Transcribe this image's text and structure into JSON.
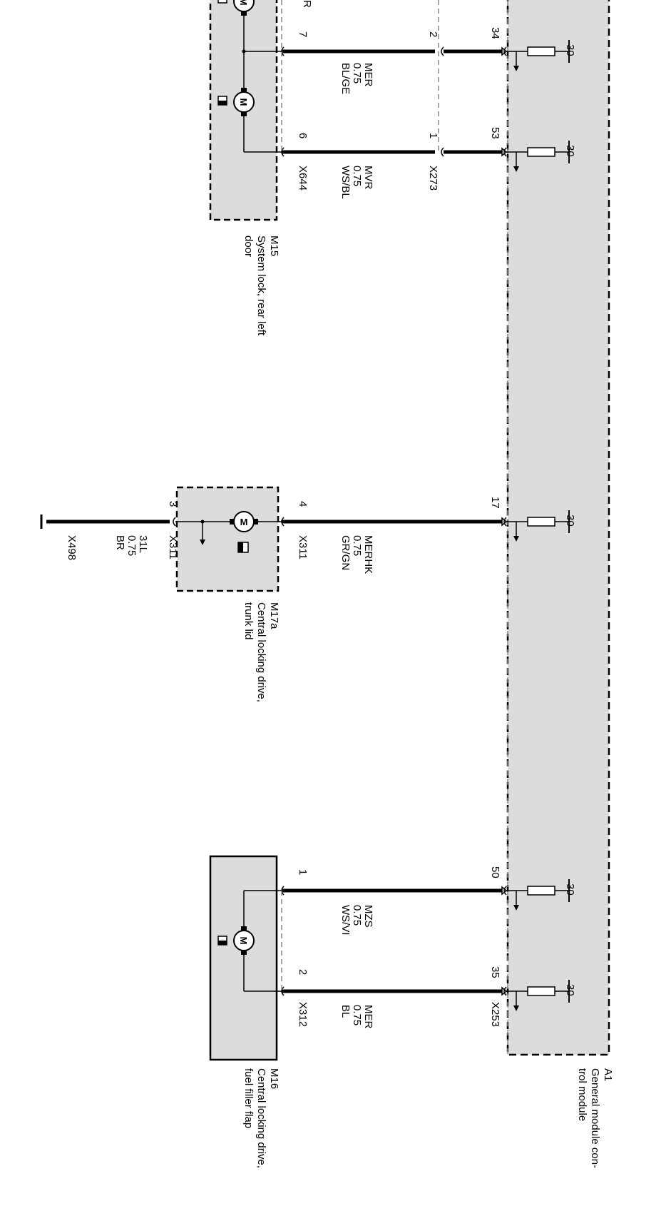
{
  "module": {
    "id": "A1",
    "name_line1": "General module con-",
    "name_line2": "trol module",
    "connector": "X253"
  },
  "wires": [
    {
      "pin": "34",
      "ref": "30",
      "signal": "MER",
      "size": "0.75",
      "color": "BL/GE",
      "far_pin": "7",
      "mid_pin": "2"
    },
    {
      "pin": "53",
      "ref": "30",
      "signal": "MVR",
      "size": "0.75",
      "color": "WS/BL",
      "far_pin": "6",
      "mid_pin": "1"
    },
    {
      "pin": "17",
      "ref": "30",
      "signal": "MERHK",
      "size": "0.75",
      "color": "GR/GN",
      "far_pin": "4"
    },
    {
      "pin": "50",
      "ref": "30",
      "signal": "MZS",
      "size": "0.75",
      "color": "WS/VI",
      "far_pin": "1"
    },
    {
      "pin": "35",
      "ref": "30",
      "signal": "MER",
      "size": "0.75",
      "color": "BL",
      "far_pin": "2"
    }
  ],
  "m15": {
    "id": "M15",
    "name_line1": "System lock, rear left",
    "name_line2": "door",
    "connector": "X644",
    "mid_connector": "X273",
    "cut_label": "R"
  },
  "m17a": {
    "id": "M17a",
    "name_line1": "Central locking drive,",
    "name_line2": "trunk lid",
    "connector_a": "X311",
    "connector_b": "X311",
    "ground": {
      "pin": "3",
      "signal": "31L",
      "size": "0.75",
      "color": "BR",
      "connector": "X498"
    }
  },
  "m16": {
    "id": "M16",
    "name_line1": "Central locking drive,",
    "name_line2": "fuel filler flap",
    "connector": "X312"
  },
  "motor_symbol": "M"
}
